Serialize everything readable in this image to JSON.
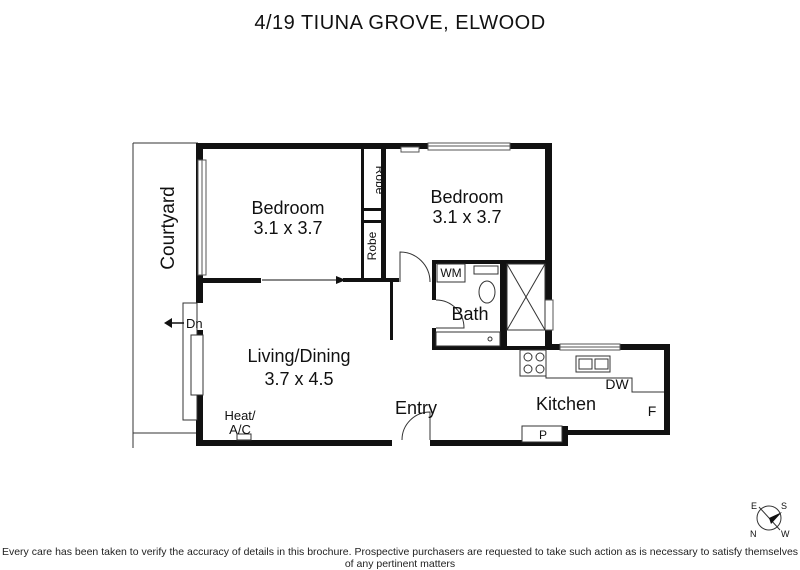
{
  "title": "4/19 TIUNA GROVE, ELWOOD",
  "disclaimer": "Every care has been taken to verify the accuracy of details in this brochure. Prospective purchasers are requested to take such action as is necessary to satisfy themselves of any pertinent matters",
  "rooms": {
    "bedroom1": {
      "name": "Bedroom",
      "size": "3.1 x 3.7"
    },
    "bedroom2": {
      "name": "Bedroom",
      "size": "3.1 x 3.7"
    },
    "living": {
      "name": "Living/Dining",
      "size": "3.7 x 4.5"
    },
    "bath": "Bath",
    "kitchen": "Kitchen",
    "entry": "Entry",
    "courtyard": "Courtyard"
  },
  "labels": {
    "robe1": "Robe",
    "robe2": "Robe",
    "wm": "WM",
    "dw": "DW",
    "fridge": "F",
    "pantry": "P",
    "heat1": "Heat/",
    "heat2": "A/C",
    "down": "Dn"
  },
  "compass": {
    "e": "E",
    "s": "S",
    "n": "N",
    "w": "W"
  }
}
